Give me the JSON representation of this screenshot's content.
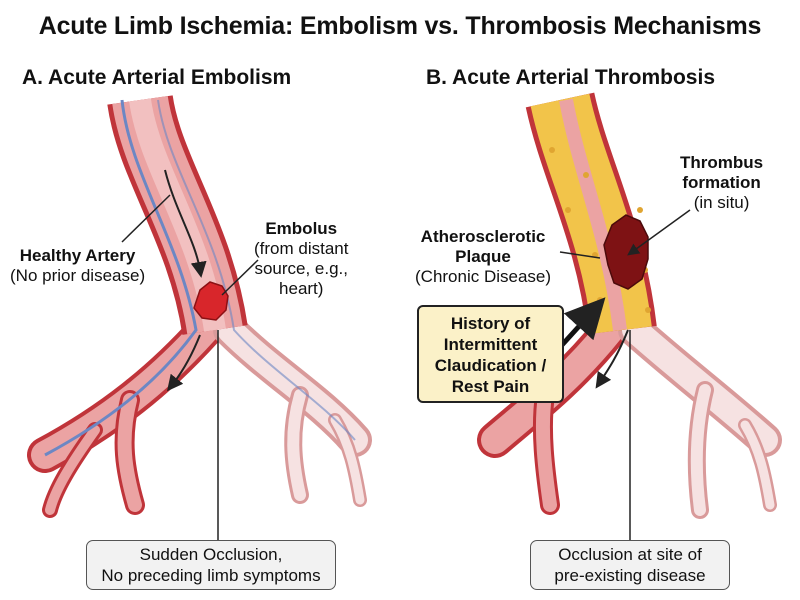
{
  "title": "Acute Limb Ischemia: Embolism vs. Thrombosis Mechanisms",
  "panel_a": {
    "title": "A. Acute Arterial Embolism",
    "healthy_artery": {
      "line1": "Healthy Artery",
      "line2": "(No prior disease)"
    },
    "embolus": {
      "line1": "Embolus",
      "line2": "(from distant",
      "line3": "source, e.g.,",
      "line4": "heart)"
    },
    "caption": {
      "line1": "Sudden Occlusion,",
      "line2": "No preceding limb symptoms"
    }
  },
  "panel_b": {
    "title": "B. Acute Arterial Thrombosis",
    "thrombus": {
      "line1": "Thrombus",
      "line2": "formation",
      "line3": "(in situ)"
    },
    "plaque": {
      "line1": "Atherosclerotic",
      "line2": "Plaque",
      "line3": "(Chronic Disease)"
    },
    "history": {
      "line1": "History of",
      "line2": "Intermittent",
      "line3": "Claudication /",
      "line4": "Rest Pain"
    },
    "caption": {
      "line1": "Occlusion at site of",
      "line2": "pre-existing disease"
    }
  },
  "colors": {
    "artery_fill": "#eba3a3",
    "artery_wall": "#c0343a",
    "vein_blue": "#6c87c4",
    "clot": "#d8262b",
    "thrombus": "#7e1214",
    "plaque": "#f2c44a",
    "history_box": "#fbf1c8",
    "caption_box": "#f2f2f2"
  }
}
